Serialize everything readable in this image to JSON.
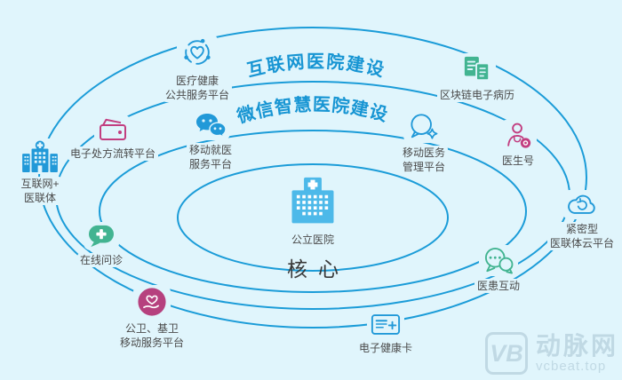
{
  "diagram_title_rings": {
    "outer_ring_title": "互联网医院建设",
    "inner_ring_title": "微信智慧医院建设"
  },
  "arc_titles": [
    {
      "text": "互联网医院建设"
    },
    {
      "text": "微信智慧医院建设"
    }
  ],
  "center": {
    "label": "公立医院",
    "title": "核心"
  },
  "nodes": [
    {
      "id": "health-service-platform",
      "line1": "医疗健康",
      "line2": "公共服务平台",
      "icon": "heart-network-icon",
      "color": "#2199d8"
    },
    {
      "id": "blockchain-emr",
      "line1": "区块链电子病历",
      "line2": "",
      "icon": "blockchain-records-icon",
      "color": "#42b491"
    },
    {
      "id": "e-prescription-platform",
      "line1": "电子处方流转平台",
      "line2": "",
      "icon": "prescription-wallet-icon",
      "color": "#c23e80"
    },
    {
      "id": "mobile-care-platform",
      "line1": "移动就医",
      "line2": "服务平台",
      "icon": "wechat-icon",
      "color": "#2199d8"
    },
    {
      "id": "mobile-admin-platform",
      "line1": "移动医务",
      "line2": "管理平台",
      "icon": "chat-sparkle-icon",
      "color": "#2199d8"
    },
    {
      "id": "doctor-account",
      "line1": "医生号",
      "line2": "",
      "icon": "doctor-icon",
      "color": "#c23e80"
    },
    {
      "id": "internet-alliance",
      "line1": "互联网+",
      "line2": "医联体",
      "icon": "hospital-buildings-icon",
      "color": "#2199d8"
    },
    {
      "id": "cloud-alliance-platform",
      "line1": "紧密型",
      "line2": "医联体云平台",
      "icon": "cloud-sync-icon",
      "color": "#2199d8"
    },
    {
      "id": "online-consult",
      "line1": "在线问诊",
      "line2": "",
      "icon": "chat-plus-icon",
      "color": "#42b491"
    },
    {
      "id": "patient-interaction",
      "line1": "医患互动",
      "line2": "",
      "icon": "chat-dots-icon",
      "color": "#42b491"
    },
    {
      "id": "public-health-platform",
      "line1": "公卫、基卫",
      "line2": "移动服务平台",
      "icon": "heart-hand-icon",
      "color": "#b6417e"
    },
    {
      "id": "health-card",
      "line1": "电子健康卡",
      "line2": "",
      "icon": "health-card-icon",
      "color": "#2199d8"
    }
  ],
  "watermark": {
    "logo": "VB",
    "brand": "动脉网",
    "url": "vcbeat.top"
  },
  "colors": {
    "background": "#e0f5fc",
    "ring_stroke": "#1b9cd8",
    "arc_title_text": "#1795d3",
    "icon_blue": "#2199d8",
    "icon_green": "#42b491",
    "icon_pink": "#c23e80",
    "icon_magenta": "#b6417e",
    "center_hospital_blue": "#4db9e9",
    "label_text": "#4a4a4a"
  }
}
